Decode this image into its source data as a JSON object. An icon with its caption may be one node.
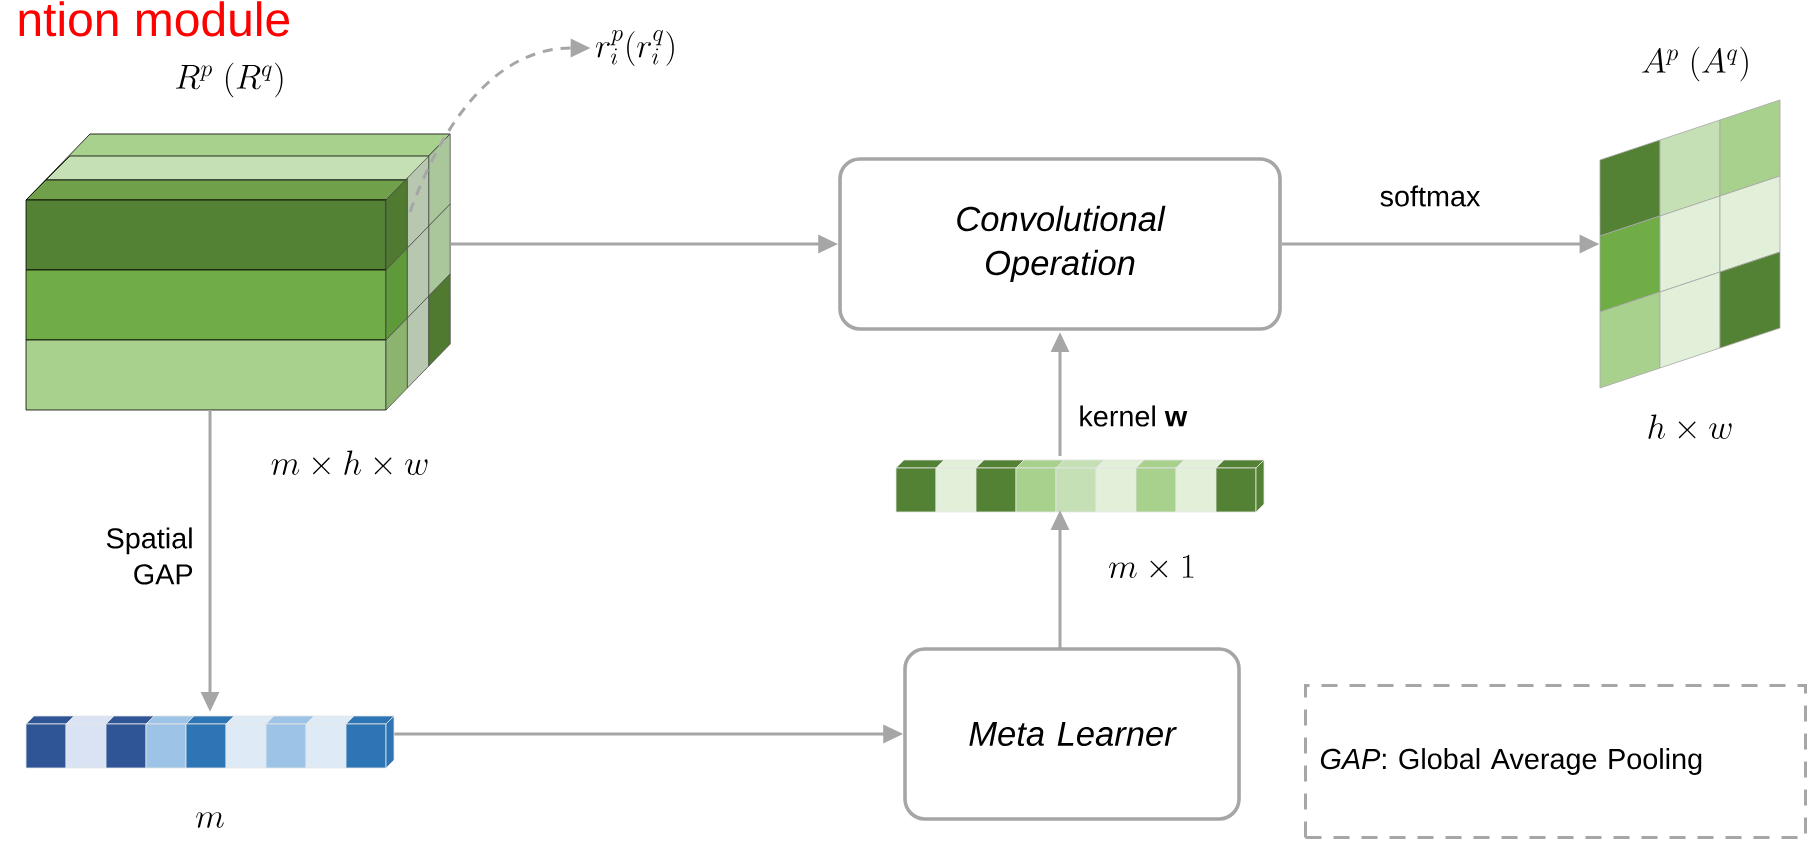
{
  "diagram": {
    "title": "ntion module",
    "nodes": [
      {
        "text": [
          "R^p\\ (R^q)"
        ],
        "beside": [
          "m \\times h \\times w"
        ]
      },
      {
        "text": [
          "r_i^p(r_i^q)"
        ]
      },
      {
        "text": [
          "Convolutional Operation"
        ]
      },
      {
        "text": [
          "A^p\\ (A^q)"
        ],
        "beside": [
          "h \\times w"
        ]
      },
      {
        "text": [],
        "shape": "bar",
        "beside": [
          "m \\times 1"
        ]
      },
      {
        "text": [
          "Meta Learner"
        ]
      },
      {
        "text": [],
        "shape": "bar",
        "beside": [
          "m"
        ]
      },
      {
        "text": [
          "*GAP*: Global Average Pooling"
        ]
      }
    ],
    "edges": [
      {
        "from": 0,
        "to": 2,
        "arrow": "to"
      },
      {
        "from": 2,
        "to": 3,
        "arrow": "to",
        "label": "softmax"
      },
      {
        "from": 0,
        "to": 6,
        "arrow": "to",
        "label": "Spatial GAP"
      },
      {
        "from": 6,
        "to": 5,
        "arrow": "to"
      },
      {
        "from": 5,
        "to": 4,
        "arrow": "to"
      },
      {
        "from": 4,
        "to": 2,
        "arrow": "to",
        "label": "kernel **w**"
      },
      {
        "from": 0,
        "to": 1,
        "arrow": "to",
        "style": "dashed"
      }
    ]
  }
}
